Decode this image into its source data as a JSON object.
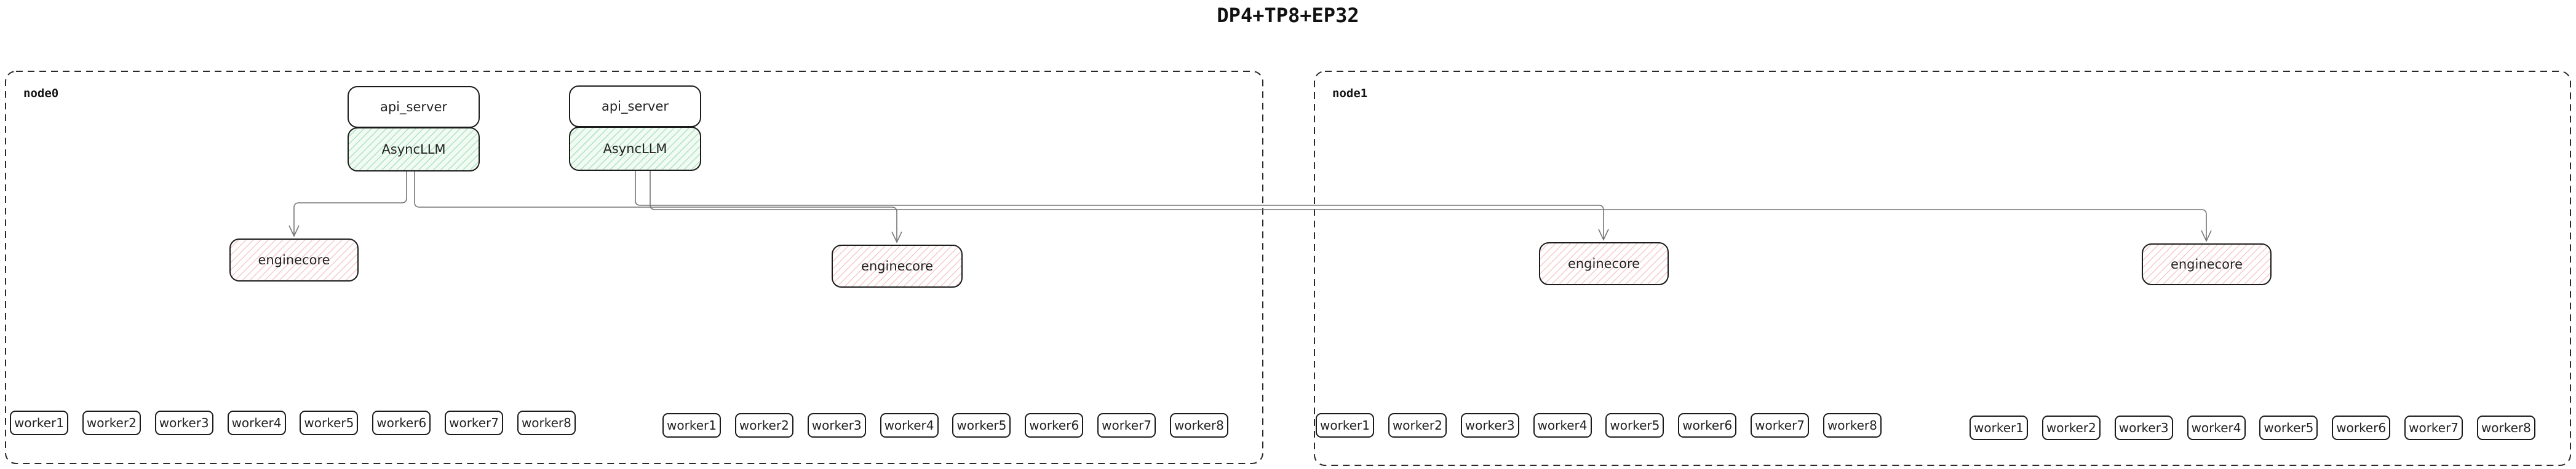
{
  "title": "DP4+TP8+EP32",
  "nodes": [
    {
      "label": "node0",
      "servers": [
        {
          "api_server": "api_server",
          "asyncllm": "AsyncLLM"
        },
        {
          "api_server": "api_server",
          "asyncllm": "AsyncLLM"
        }
      ],
      "enginecores": [
        "enginecore",
        "enginecore"
      ],
      "worker_groups": [
        [
          "worker1",
          "worker2",
          "worker3",
          "worker4",
          "worker5",
          "worker6",
          "worker7",
          "worker8"
        ],
        [
          "worker1",
          "worker2",
          "worker3",
          "worker4",
          "worker5",
          "worker6",
          "worker7",
          "worker8"
        ]
      ]
    },
    {
      "label": "node1",
      "enginecores": [
        "enginecore",
        "enginecore"
      ],
      "worker_groups": [
        [
          "worker1",
          "worker2",
          "worker3",
          "worker4",
          "worker5",
          "worker6",
          "worker7",
          "worker8"
        ],
        [
          "worker1",
          "worker2",
          "worker3",
          "worker4",
          "worker5",
          "worker6",
          "worker7",
          "worker8"
        ]
      ]
    }
  ],
  "colors": {
    "background": "#ffffff",
    "box_border": "#1b1b1b",
    "node_border": "#2a2a2a",
    "edge": "#757575",
    "asyncllm_fill": "#f1faf3",
    "asyncllm_hatch": "#76d094",
    "enginecore_fill": "#ffffff",
    "enginecore_hatch": "#f09492",
    "text": "#222222"
  }
}
